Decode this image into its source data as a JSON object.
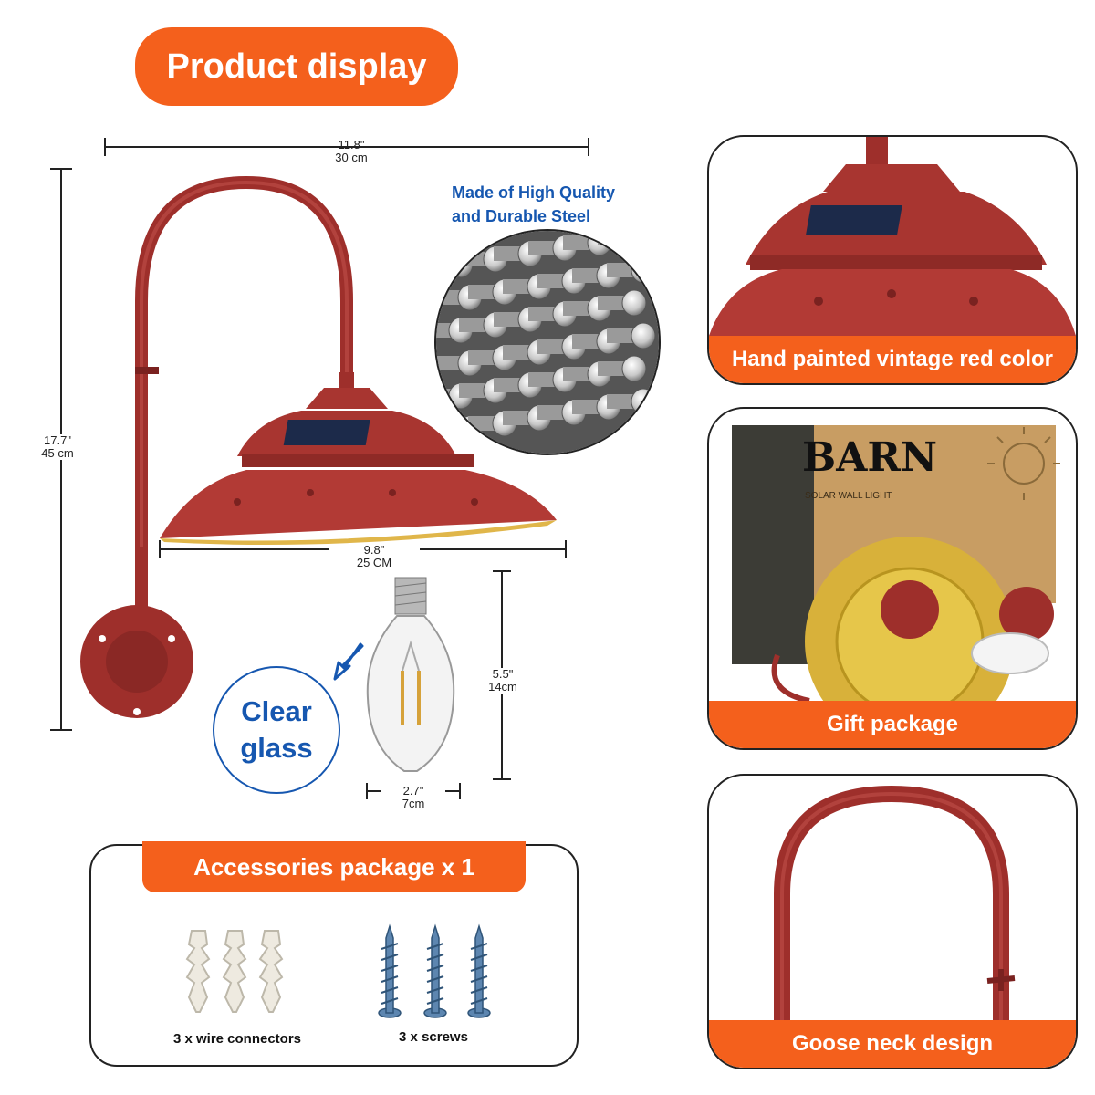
{
  "header": {
    "title": "Product display"
  },
  "dimensions": {
    "width": {
      "imperial": "11.8\"",
      "metric": "30 cm"
    },
    "height": {
      "imperial": "17.7\"",
      "metric": "45 cm"
    },
    "shade_width": {
      "imperial": "9.8\"",
      "metric": "25 CM"
    },
    "bulb_height": {
      "imperial": "5.5\"",
      "metric": "14cm"
    },
    "bulb_width": {
      "imperial": "2.7\"",
      "metric": "7cm"
    }
  },
  "steel": {
    "line1": "Made of High Quality",
    "line2": "and Durable Steel"
  },
  "glass_badge": {
    "line1": "Clear",
    "line2": "glass"
  },
  "features": [
    {
      "label": "Hand painted vintage red color"
    },
    {
      "label": "Gift package",
      "box_brand": "BARN",
      "box_sub": "SOLAR WALL LIGHT"
    },
    {
      "label": "Goose neck design"
    }
  ],
  "accessories": {
    "title": "Accessories package x 1",
    "items": [
      {
        "label": "3 x wire connectors"
      },
      {
        "label": "3 x screws"
      }
    ]
  },
  "colors": {
    "accent": "#f4601c",
    "lamp_red": "#9e2f2b",
    "steel_blue": "#1657b0"
  }
}
